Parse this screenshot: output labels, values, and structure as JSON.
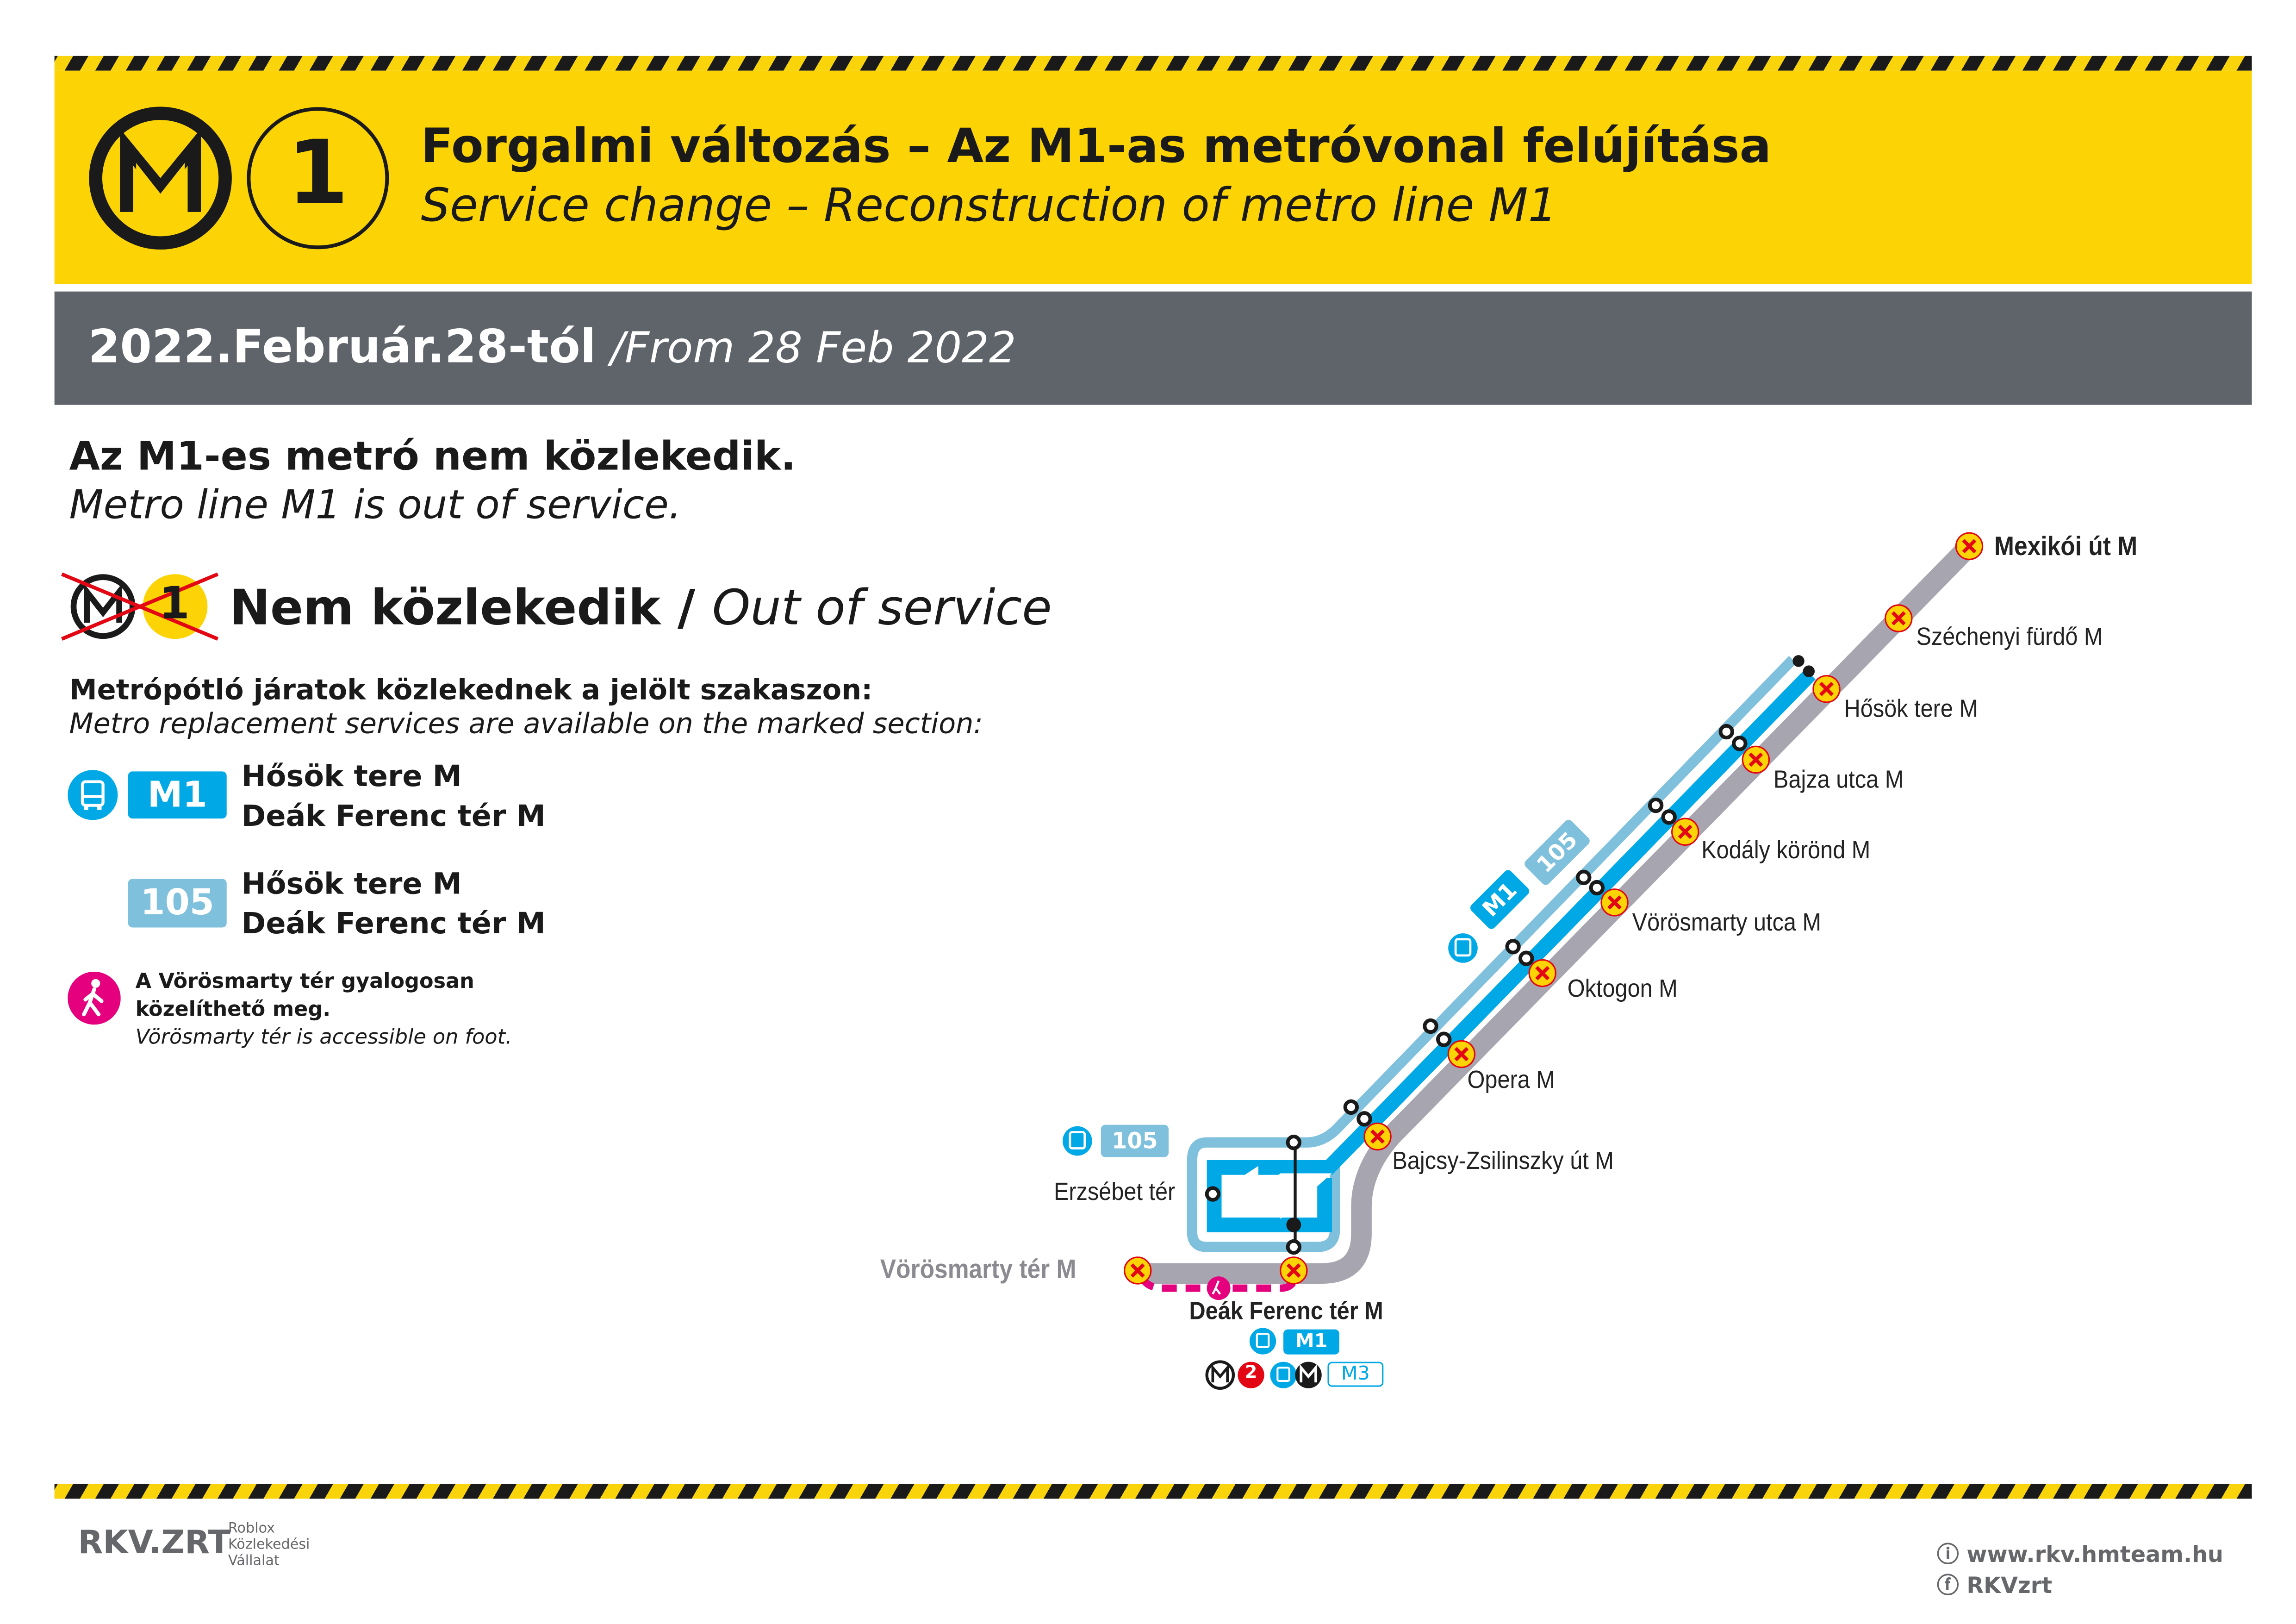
{
  "header": {
    "line_number": "1",
    "title_hu": "Forgalmi változás – Az M1-as metróvonal felújítása",
    "title_en": "Service change – Reconstruction of metro line M1"
  },
  "date_bar": {
    "date_hu": "2022.Február.28-tól",
    "date_en": "/From 28 Feb 2022"
  },
  "notice": {
    "heading_hu": "Az M1-es metró nem közlekedik.",
    "heading_en": "Metro line M1 is out of service.",
    "line_badge": "1",
    "out_hu": "Nem közlekedik",
    "out_sep": " / ",
    "out_en": "Out of service",
    "replacement_hu": "Metrópótló járatok közlekednek a jelölt szakaszon:",
    "replacement_en": "Metro replacement services are available on the marked section:"
  },
  "services": [
    {
      "route": "M1",
      "from": "Hősök tere M",
      "to": "Deák Ferenc tér M",
      "color": "#00a9e6"
    },
    {
      "route": "105",
      "from": "Hősök tere M",
      "to": "Deák Ferenc tér M",
      "color": "#7fc0dc"
    }
  ],
  "walk_note": {
    "line1": "A Vörösmarty tér gyalogosan",
    "line2": "közelíthető meg.",
    "line_en": "Vörösmarty tér is accessible on foot."
  },
  "map": {
    "stations": [
      {
        "name": "Mexikói út M",
        "bold": true
      },
      {
        "name": "Széchenyi fürdő M"
      },
      {
        "name": "Hősök tere M"
      },
      {
        "name": "Bajza utca M"
      },
      {
        "name": "Kodály körönd M"
      },
      {
        "name": "Vörösmarty utca M"
      },
      {
        "name": "Oktogon M"
      },
      {
        "name": "Opera M"
      },
      {
        "name": "Bajcsy-Zsilinszky út M"
      },
      {
        "name": "Deák Ferenc tér M"
      },
      {
        "name": "Vörösmarty tér M"
      }
    ],
    "erzsebet": "Erzsébet tér",
    "erzsebet_route": "105",
    "line_labels": {
      "m1": "M1",
      "r105": "105"
    },
    "deak_transfers": {
      "bus": "M1",
      "metro2": "2",
      "bus3": "M3"
    }
  },
  "footer": {
    "logo": "RKV.ZRT",
    "logo_sub": [
      "Roblox",
      "Közlekedési",
      "Vállalat"
    ],
    "website": "www.rkv.hmteam.hu",
    "facebook": "RKVzrt"
  },
  "colors": {
    "yellow": "#fcd405",
    "gray": "#5e6469",
    "m1_blue": "#00a9e6",
    "r105": "#7fc0dc",
    "closed_line": "#a7a6b0",
    "walk": "#e5007e"
  }
}
